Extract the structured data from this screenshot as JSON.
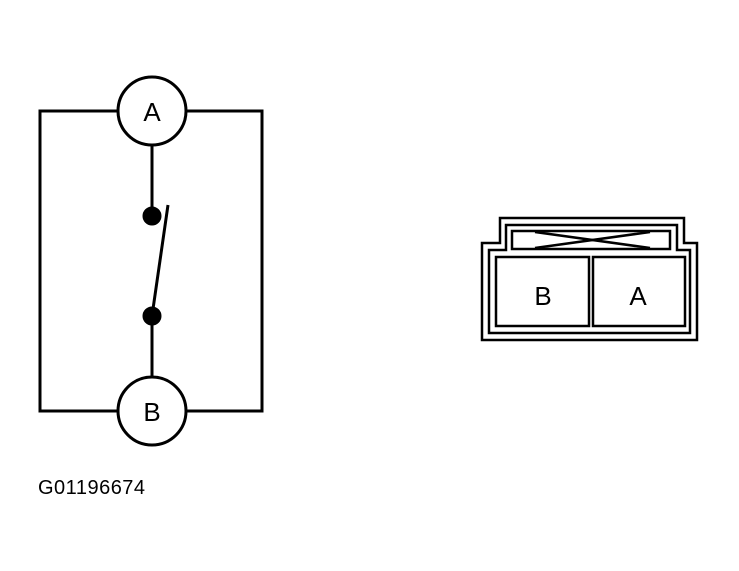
{
  "schematic": {
    "terminal_a": "A",
    "terminal_b": "B"
  },
  "connector": {
    "cavity_left": "B",
    "cavity_right": "A"
  },
  "figure_id": "G01196674"
}
